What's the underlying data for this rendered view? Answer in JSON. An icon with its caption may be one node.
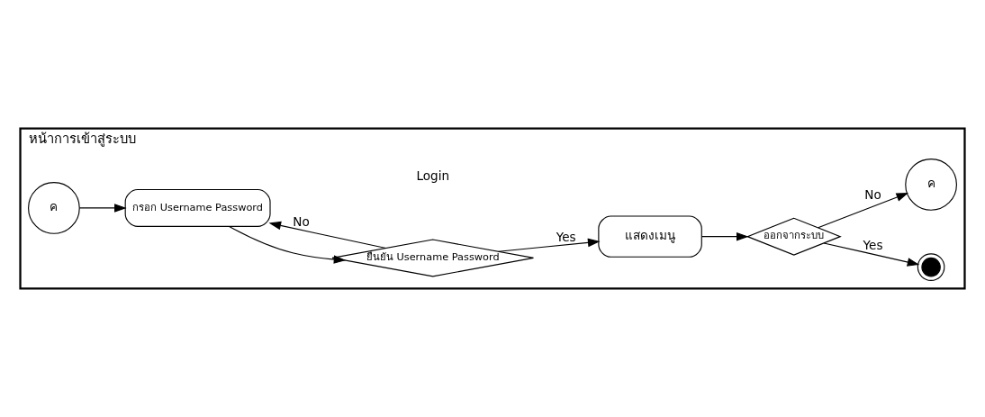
{
  "diagram": {
    "nodes": [
      {
        "text": [
          "หน้าการเข้าสู่ระบบ"
        ]
      },
      {
        "text": [
          "ค"
        ],
        "in": 0
      },
      {
        "text": [
          "กรอก Username Password"
        ],
        "in": 0
      },
      {
        "text": [
          "ยืนยัน Username Password"
        ],
        "in": 0
      },
      {
        "text": [
          "แสดงเมนู"
        ],
        "in": 0
      },
      {
        "text": [
          "ออกจากระบบ"
        ],
        "in": 0
      },
      {
        "text": [],
        "shape": "circle",
        "in": 0
      },
      {
        "text": [
          "ค"
        ],
        "in": 0
      }
    ],
    "edges": [
      {
        "from": 1,
        "to": 2,
        "arrow": "to"
      },
      {
        "from": 2,
        "to": 3,
        "arrow": "to"
      },
      {
        "from": 3,
        "to": 4,
        "arrow": "to",
        "label": "Yes"
      },
      {
        "from": 3,
        "to": 2,
        "arrow": "to",
        "label": "No"
      },
      {
        "from": 4,
        "to": 5,
        "arrow": "to"
      },
      {
        "from": 5,
        "to": 6,
        "arrow": "to",
        "label": "Yes"
      },
      {
        "from": 5,
        "to": 7,
        "arrow": "to",
        "label": "No"
      }
    ],
    "labels": [
      "Login"
    ]
  }
}
